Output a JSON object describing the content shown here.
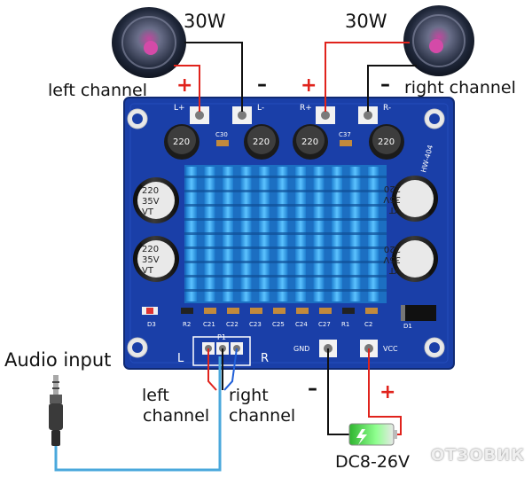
{
  "labels": {
    "power_left": "30W",
    "power_right": "30W",
    "left_channel": "left channel",
    "right_channel": "right channel",
    "audio_input": "Audio input",
    "jack_left_line1": "left",
    "jack_left_line2": "channel",
    "jack_right_line1": "right",
    "jack_right_line2": "channel",
    "supply": "DC8-26V"
  },
  "polarity": {
    "plus": "+",
    "minus": "–"
  },
  "board": {
    "pins_top": [
      "L+",
      "L-",
      "R+",
      "R-"
    ],
    "pins_bottom": [
      "GND",
      "VCC"
    ],
    "input_side_left": "L",
    "input_side_right": "R",
    "input_header": "P1",
    "model": "HW-404",
    "inductor_code": "220",
    "cap_value_1": "220",
    "cap_value_2": "35V",
    "cap_value_3": "VT",
    "cap_labels_top": [
      "C30",
      "C37"
    ],
    "cap_labels_row": [
      "C21",
      "C22",
      "C23",
      "C25",
      "C24",
      "C27",
      "R1",
      "C2"
    ],
    "misc_labels": [
      "D3",
      "R2",
      "D1"
    ]
  },
  "watermark": "ОТЗОВИК",
  "colors": {
    "pcb": "#1a3fa8",
    "pcb_dark": "#14328a",
    "heatsink": "#2a9be8",
    "heatsink_light": "#59c0ff",
    "wire_red": "#e0231c",
    "wire_black": "#111111",
    "wire_blue": "#4aa8dc",
    "battery_green": "#3dcc3d"
  }
}
